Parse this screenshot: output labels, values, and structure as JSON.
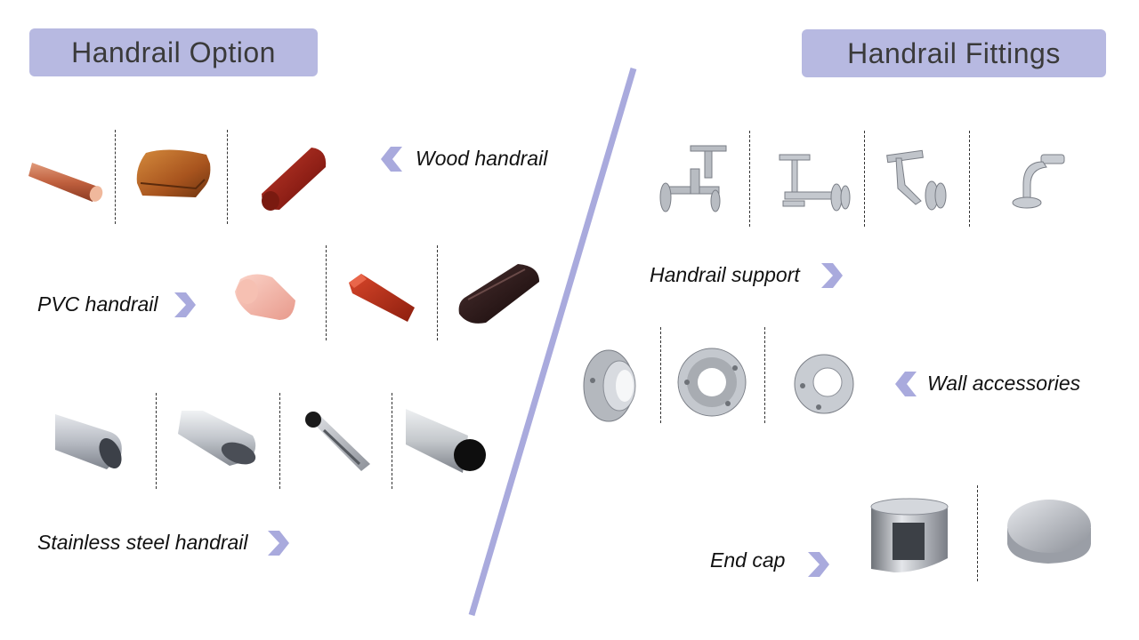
{
  "left_title": "Handrail Option",
  "right_title": "Handrail Fittings",
  "labels": {
    "wood": "Wood handrail",
    "pvc": "PVC handrail",
    "stainless": "Stainless steel handrail",
    "support": "Handrail support",
    "wall": "Wall accessories",
    "endcap": "End cap"
  },
  "colors": {
    "title_bg": "#b7b9e1",
    "arrow": "#a9aadd",
    "divider": "#a9aadd"
  },
  "icons": [
    "chevron-left-icon",
    "chevron-right-icon"
  ]
}
